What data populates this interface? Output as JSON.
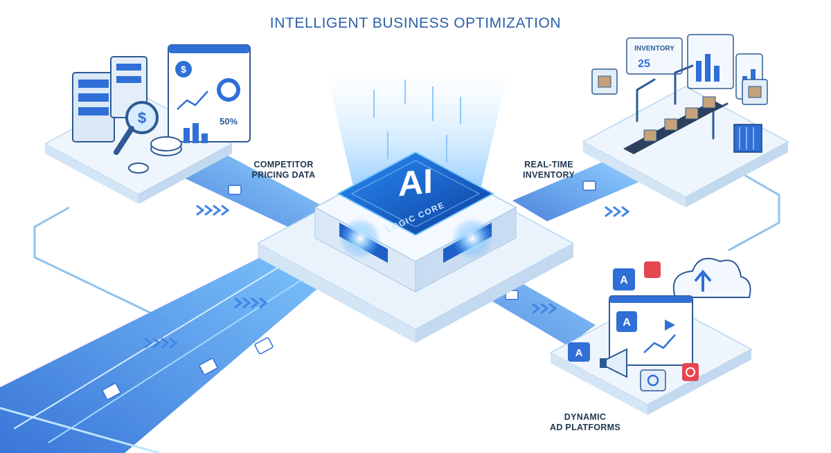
{
  "title": "INTELLIGENT BUSINESS OPTIMIZATION",
  "core": {
    "big": "AI",
    "sub": "LOGIC CORE"
  },
  "nodes": {
    "competitor": {
      "line1": "COMPETITOR",
      "line2": "PRICING DATA"
    },
    "inventory": {
      "line1": "REAL-TIME",
      "line2": "INVENTORY"
    },
    "ads": {
      "line1": "DYNAMIC",
      "line2": "AD PLATFORMS"
    }
  },
  "screen_texts": {
    "percent": "50%",
    "inventory_label": "INVENTORY",
    "inventory_count": "25",
    "ad_letter": "A",
    "dollar": "$"
  },
  "colors": {
    "title": "#2b5fa8",
    "accent": "#2f6fd6",
    "glow": "#7ec8ff",
    "label": "#1f3550"
  }
}
